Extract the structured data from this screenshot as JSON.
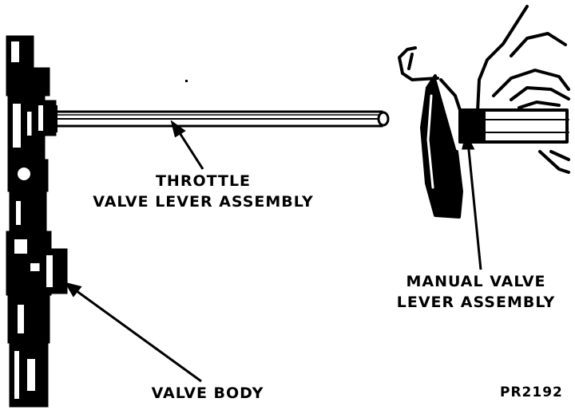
{
  "labels": {
    "throttle_line1": "THROTTLE",
    "throttle_line2": "VALVE LEVER ASSEMBLY",
    "manual_line1": "MANUAL VALVE",
    "manual_line2": "LEVER ASSEMBLY",
    "valve_body": "VALVE BODY",
    "figure_code": "PR2192"
  },
  "colors": {
    "ink": "#000000",
    "paper": "#ffffff"
  }
}
